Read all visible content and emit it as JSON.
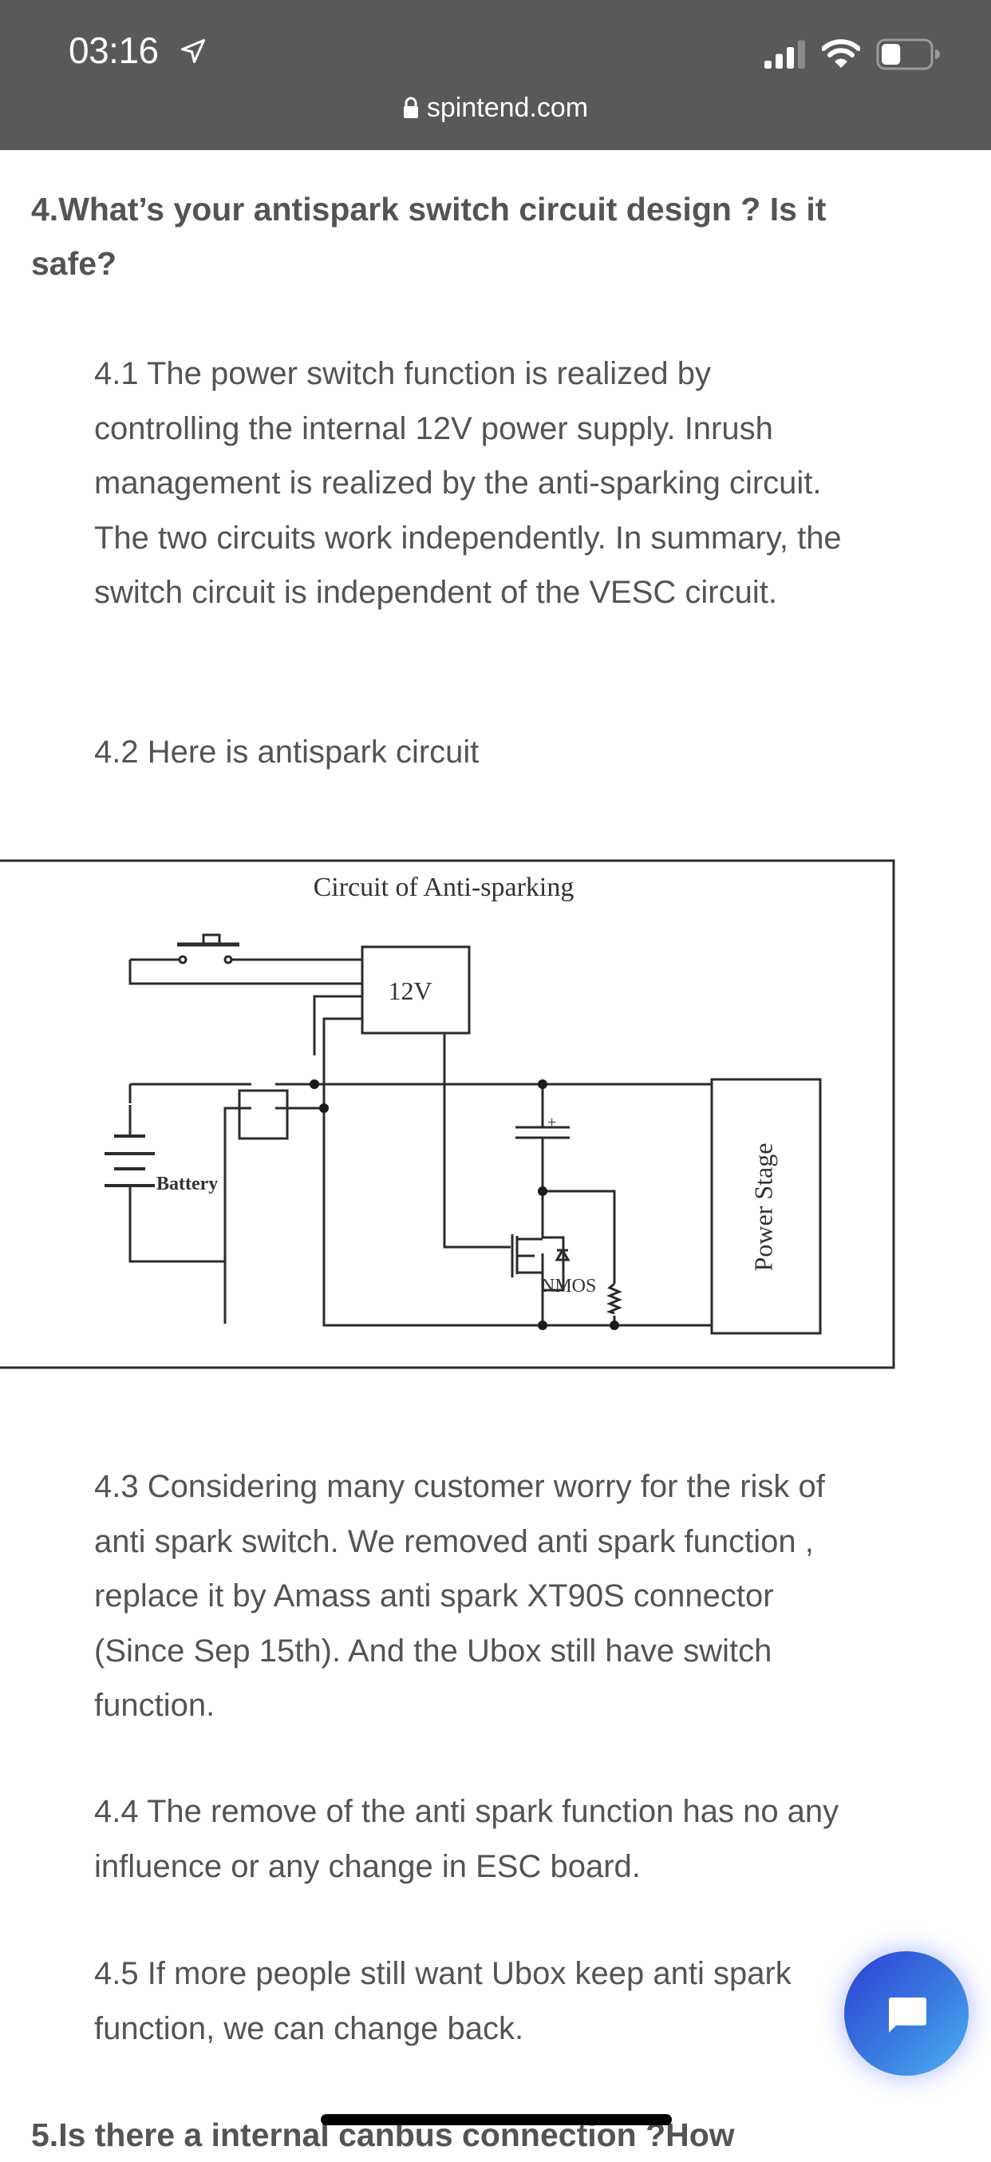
{
  "status_bar": {
    "time": "03:16",
    "location_icon": "location-arrow-icon",
    "signal_bars_active": 3,
    "signal_bars_total": 4,
    "wifi_icon": "wifi-icon",
    "battery_level_fraction": 0.4
  },
  "browser": {
    "lock_icon": "lock-icon",
    "url": "spintend.com"
  },
  "article": {
    "section4_heading": "4.What’s your antispark switch circuit design ? Is it safe?",
    "p4_1": "4.1 The power switch function is realized by controlling the internal 12V power supply. Inrush management is realized by the anti-sparking circuit. The two circuits work independently. In summary, the switch circuit is independent of the VESC circuit.",
    "p4_2": "4.2 Here is antispark circuit",
    "p4_3": "4.3 Considering many customer worry for the risk of anti spark switch. We  removed anti spark function , replace it by Amass anti spark XT90S connector (Since Sep 15th). And the Ubox still have switch function.",
    "p4_4": "4.4 The remove of the anti spark function has no any influence or any change in ESC board.",
    "p4_5": "4.5 If more people still want Ubox keep anti spark function, we can change back.",
    "section5_heading": "5.Is there a internal canbus connection ?How"
  },
  "diagram": {
    "title": "Circuit of Anti-sparking",
    "label_12v": "12V",
    "label_battery": "Battery",
    "label_nmos": "NMOS",
    "label_power_stage": "Power Stage"
  },
  "chat_widget": {
    "icon": "chat-bubble-icon",
    "gradient_start": "#2a40d6",
    "gradient_end": "#4cb1f2"
  },
  "colors": {
    "status_bar_bg": "#595959",
    "text": "#545454",
    "background": "#ffffff"
  }
}
